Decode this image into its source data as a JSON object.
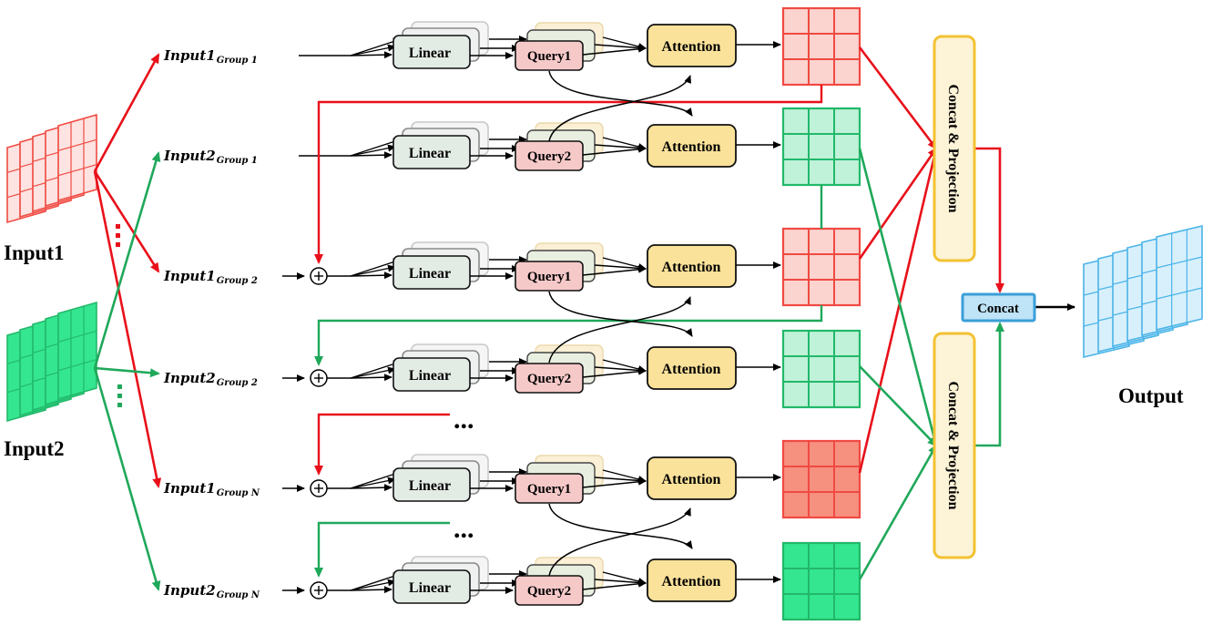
{
  "inputs": {
    "input1_label": "Input1",
    "input2_label": "Input2",
    "output_label": "Output"
  },
  "rows": [
    {
      "main": "Input1",
      "sub": "Group 1",
      "query": "Query1",
      "attention": "Attention",
      "linear": "Linear",
      "stream": "red"
    },
    {
      "main": "Input2",
      "sub": "Group 1",
      "query": "Query2",
      "attention": "Attention",
      "linear": "Linear",
      "stream": "green"
    },
    {
      "main": "Input1",
      "sub": "Group 2",
      "query": "Query1",
      "attention": "Attention",
      "linear": "Linear",
      "stream": "red"
    },
    {
      "main": "Input2",
      "sub": "Group 2",
      "query": "Query2",
      "attention": "Attention",
      "linear": "Linear",
      "stream": "green"
    },
    {
      "main": "Input1",
      "sub": "Group N",
      "query": "Query1",
      "attention": "Attention",
      "linear": "Linear",
      "stream": "red"
    },
    {
      "main": "Input2",
      "sub": "Group N",
      "query": "Query2",
      "attention": "Attention",
      "linear": "Linear",
      "stream": "green"
    }
  ],
  "projection": {
    "top_label": "Concat & Projection",
    "bottom_label": "Concat & Projection"
  },
  "concat_label": "Concat",
  "ellipsis": "...",
  "colors": {
    "red": "#e8101a",
    "green": "#1fa85a",
    "grid_red_fill": "#fbd3cf",
    "grid_red_stroke": "#f04a42",
    "grid_red_dark_fill": "#f6907f",
    "grid_green_fill": "#bff2d8",
    "grid_green_stroke": "#22b86a",
    "grid_green_dark_fill": "#34e68f",
    "linear_fill": "#e3ebe5",
    "query_fill": "#f6c9c9",
    "attention_fill": "#fbe29a",
    "projection_fill": "#fdf3d6",
    "projection_stroke": "#f2c232",
    "concat_fill": "#bfe3f7",
    "concat_stroke": "#3a9fd8",
    "output_stroke": "#4ab4e8",
    "output_fill": "#d8f0fc"
  }
}
